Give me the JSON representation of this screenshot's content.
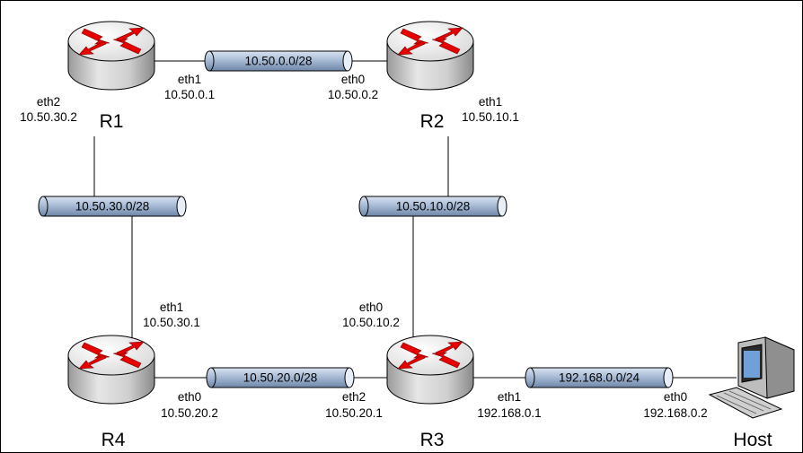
{
  "routers": [
    {
      "id": "r1",
      "name": "R1"
    },
    {
      "id": "r2",
      "name": "R2"
    },
    {
      "id": "r3",
      "name": "R3"
    },
    {
      "id": "r4",
      "name": "R4"
    }
  ],
  "host": {
    "name": "Host"
  },
  "networks": [
    {
      "id": "net-r1-r2",
      "label": "10.50.0.0/28"
    },
    {
      "id": "net-r2-r3",
      "label": "10.50.10.0/28"
    },
    {
      "id": "net-r3-r4",
      "label": "10.50.20.0/28"
    },
    {
      "id": "net-r1-r4",
      "label": "10.50.30.0/28"
    },
    {
      "id": "net-r3-host",
      "label": "192.168.0.0/24"
    }
  ],
  "interfaces": [
    {
      "id": "r1-eth1",
      "name": "eth1",
      "ip": "10.50.0.1"
    },
    {
      "id": "r1-eth2",
      "name": "eth2",
      "ip": "10.50.30.2"
    },
    {
      "id": "r2-eth0",
      "name": "eth0",
      "ip": "10.50.0.2"
    },
    {
      "id": "r2-eth1",
      "name": "eth1",
      "ip": "10.50.10.1"
    },
    {
      "id": "r4-eth1",
      "name": "eth1",
      "ip": "10.50.30.1"
    },
    {
      "id": "r4-eth0",
      "name": "eth0",
      "ip": "10.50.20.2"
    },
    {
      "id": "r3-eth0",
      "name": "eth0",
      "ip": "10.50.10.2"
    },
    {
      "id": "r3-eth2",
      "name": "eth2",
      "ip": "10.50.20.1"
    },
    {
      "id": "r3-eth1",
      "name": "eth1",
      "ip": "192.168.0.1"
    },
    {
      "id": "host-eth0",
      "name": "eth0",
      "ip": "192.168.0.2"
    }
  ],
  "colors": {
    "router_body": "#c8c8c8",
    "router_top": "#efefef",
    "arrow": "#e60000",
    "tube": "#a9bcd6",
    "tube_shadow": "#6f86a8",
    "frame": "#000000"
  }
}
